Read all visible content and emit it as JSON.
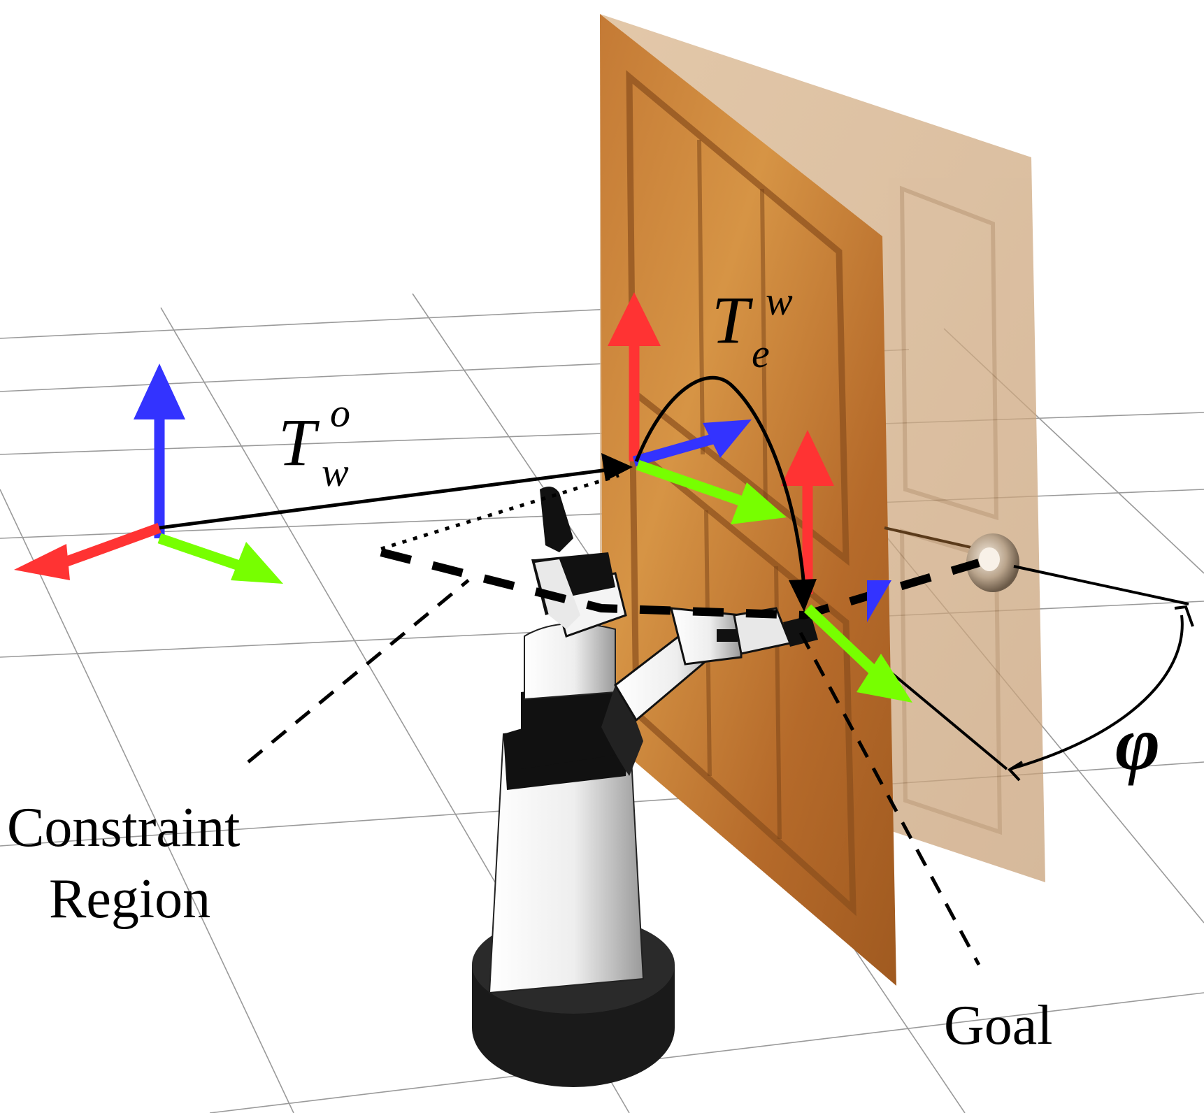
{
  "labels": {
    "constraint_line1": "Constraint",
    "constraint_line2": "Region",
    "goal": "Goal",
    "angle": "φ"
  },
  "transforms": {
    "world_to_object": {
      "base": "T",
      "sup": "o",
      "sub": "w"
    },
    "end_effector_to_world": {
      "base": "T",
      "sup": "w",
      "sub": "e"
    }
  },
  "colors": {
    "axis_x": "#ff3333",
    "axis_y": "#77ff00",
    "axis_z": "#3333ff",
    "door_light": "#c8873f",
    "door_dark": "#8a4f1c",
    "door_ghost": "#dcbf9c",
    "grid": "#9a9a9a",
    "line": "#000000"
  }
}
